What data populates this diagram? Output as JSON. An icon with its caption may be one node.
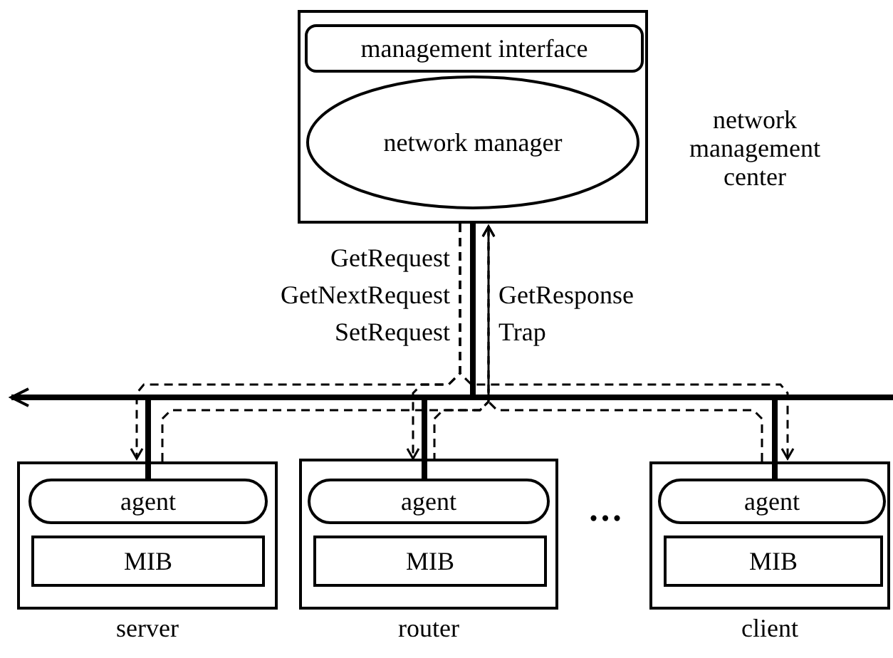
{
  "diagram": {
    "nodes": [
      {
        "text": [],
        "shape": "box",
        "beside": [
          "network management center"
        ]
      },
      {
        "text": [
          "management interface"
        ],
        "in": 0
      },
      {
        "text": [
          "network manager"
        ],
        "in": 0
      },
      {
        "text": [],
        "shape": "bar"
      },
      {
        "text": [],
        "shape": "box",
        "beside": [
          "server"
        ]
      },
      {
        "text": [
          "agent"
        ],
        "in": 4
      },
      {
        "text": [
          "MIB"
        ],
        "in": 4
      },
      {
        "text": [],
        "shape": "box",
        "beside": [
          "router"
        ]
      },
      {
        "text": [
          "agent"
        ],
        "in": 7
      },
      {
        "text": [
          "MIB"
        ],
        "in": 7
      },
      {
        "text": [],
        "shape": "box",
        "beside": [
          "client"
        ]
      },
      {
        "text": [
          "agent"
        ],
        "in": 10
      },
      {
        "text": [
          "MIB"
        ],
        "in": 10
      }
    ],
    "edges": [
      {
        "from": 0,
        "to": 3,
        "arrow": "none",
        "style": "thick"
      },
      {
        "from": 3,
        "to": null,
        "arrow": "to",
        "style": "thick"
      },
      {
        "from": 3,
        "to": 5,
        "arrow": "none",
        "style": "thick"
      },
      {
        "from": 3,
        "to": 8,
        "arrow": "none",
        "style": "thick"
      },
      {
        "from": 3,
        "to": 11,
        "arrow": "none",
        "style": "thick"
      },
      {
        "from": 0,
        "to": 4,
        "arrow": "to",
        "style": "dashed"
      },
      {
        "from": 0,
        "to": 7,
        "arrow": "to",
        "style": "dashed"
      },
      {
        "from": 0,
        "to": 10,
        "arrow": "to",
        "style": "dashed"
      },
      {
        "from": 4,
        "to": 0,
        "arrow": "to",
        "style": "dashed"
      },
      {
        "from": 7,
        "to": 0,
        "arrow": "to",
        "style": "dashed"
      },
      {
        "from": 10,
        "to": 0,
        "arrow": "to",
        "style": "dashed"
      }
    ],
    "labels": [
      "GetRequest",
      "GetNextRequest",
      "SetRequest",
      "GetResponse",
      "Trap",
      "•••"
    ]
  }
}
